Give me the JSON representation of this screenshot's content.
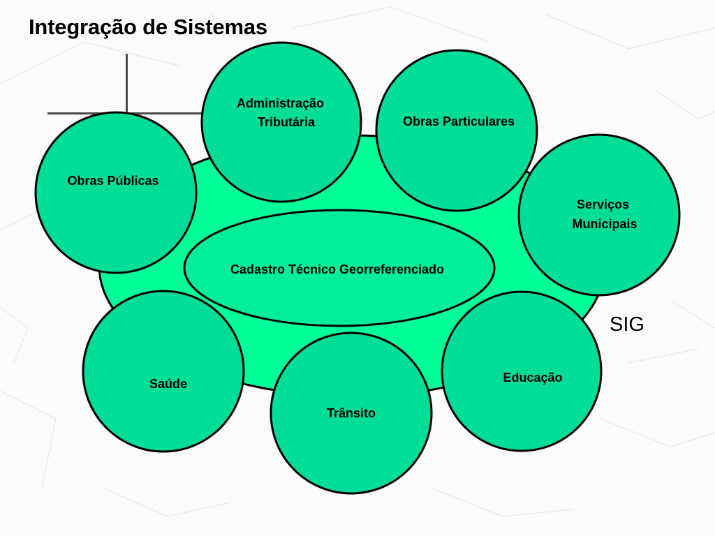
{
  "title": "Integração de Sistemas",
  "center": {
    "label": "Cadastro Técnico Georreferenciado"
  },
  "region_label": "SIG",
  "nodes": {
    "administracao_tributaria": [
      "Administração",
      "Tributária"
    ],
    "obras_particulares": [
      "Obras Particulares"
    ],
    "obras_publicas": [
      "Obras Públicas"
    ],
    "servicos_municipais": [
      "Serviços",
      "Municipais"
    ],
    "saude": [
      "Saúde"
    ],
    "transito": [
      "Trânsito"
    ],
    "educacao": [
      "Educação"
    ]
  },
  "colors": {
    "region_fill": "#00ff99",
    "node_fill": "#00dd99",
    "center_fill": "#00ee99",
    "stroke": "#000000",
    "crosshair": "#4a4a4a"
  }
}
